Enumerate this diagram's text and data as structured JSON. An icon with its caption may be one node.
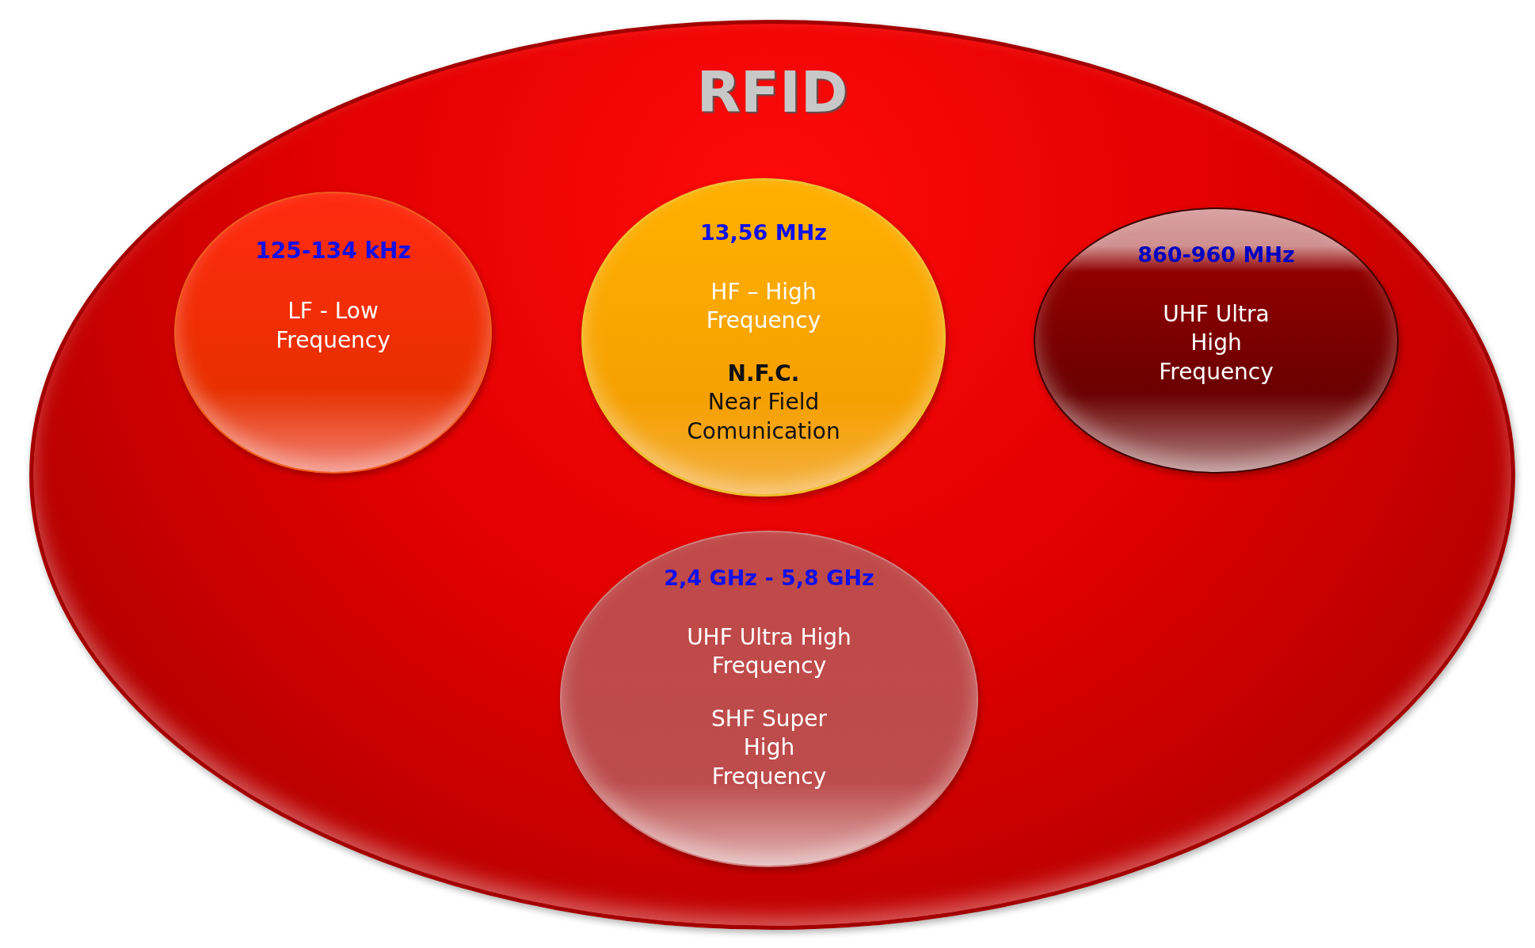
{
  "diagram": {
    "nodes": [
      {
        "text": [
          "RFID"
        ]
      },
      {
        "text": [
          "125-134 kHz",
          "LF - Low Frequency"
        ],
        "in": 0
      },
      {
        "text": [
          "13,56 MHz",
          "HF – High Frequency",
          "N.F.C.",
          "Near Field Comunication"
        ],
        "in": 0
      },
      {
        "text": [
          "860-960 MHz",
          "UHF Ultra High Frequency"
        ],
        "in": 0
      },
      {
        "text": [
          "2,4 GHz - 5,8 GHz",
          "UHF Ultra High Frequency",
          "SHF Super High Frequency"
        ],
        "in": 0
      }
    ]
  }
}
